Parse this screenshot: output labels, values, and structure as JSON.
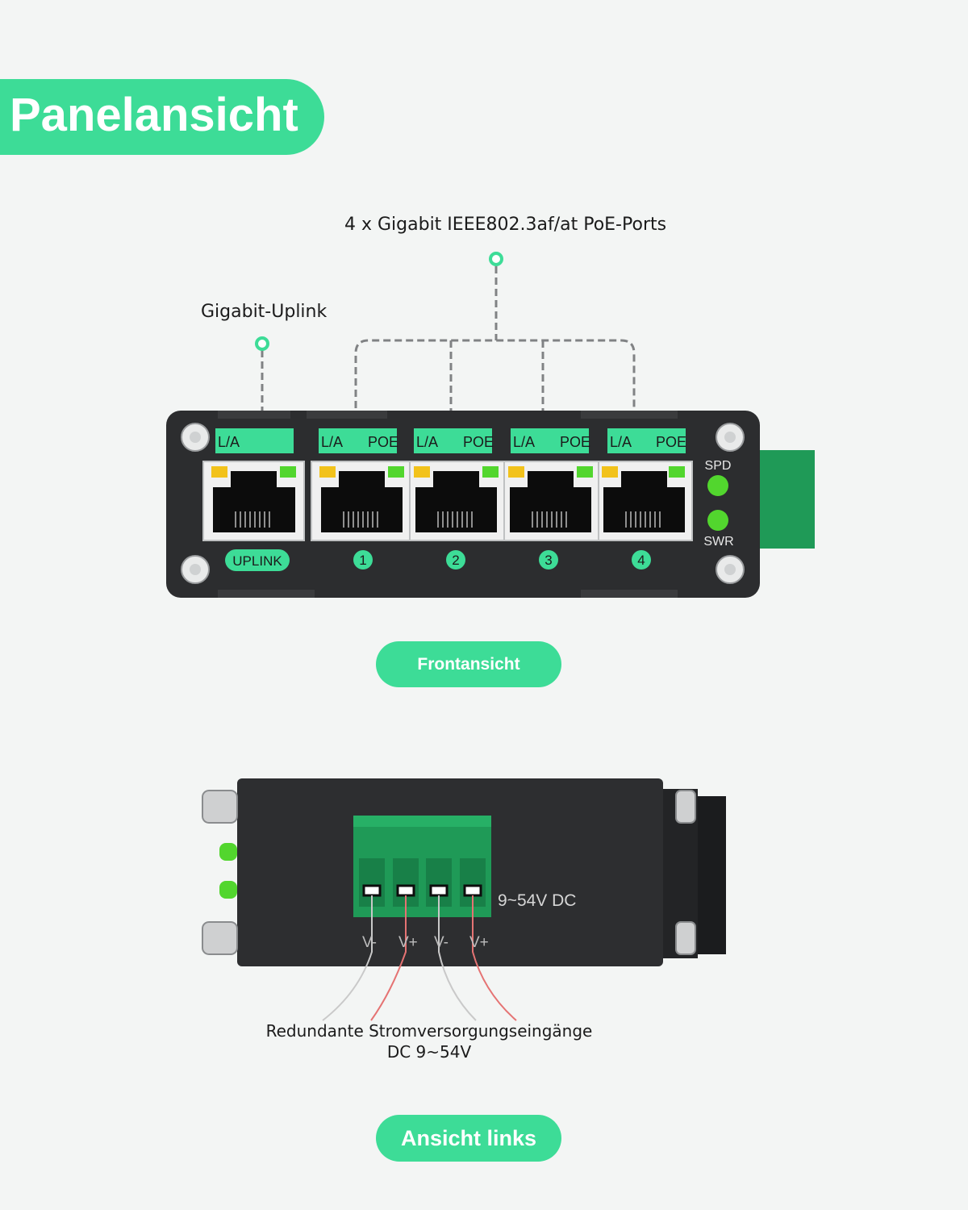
{
  "title": "Panelansicht",
  "callouts": {
    "poe_ports": "4 x Gigabit IEEE802.3af/at PoE-Ports",
    "uplink": "Gigabit-Uplink",
    "power": "Redundante Stromversorgungseingänge",
    "power_range": "DC 9~54V"
  },
  "front": {
    "port_labels": [
      {
        "la": "L/A",
        "poe": ""
      },
      {
        "la": "L/A",
        "poe": "POE"
      },
      {
        "la": "L/A",
        "poe": "POE"
      },
      {
        "la": "L/A",
        "poe": "POE"
      },
      {
        "la": "L/A",
        "poe": "POE"
      }
    ],
    "port_names": [
      "UPLINK",
      "1",
      "2",
      "3",
      "4"
    ],
    "leds": {
      "spd": "SPD",
      "swr": "SWR"
    },
    "caption": "Frontansicht"
  },
  "left": {
    "voltage": "9~54V DC",
    "terminals": [
      "V-",
      "V+",
      "V-",
      "V+"
    ],
    "caption": "Ansicht links"
  },
  "colors": {
    "accent": "#3ddc97",
    "device_body": "#2c2d2f",
    "terminal_green": "#1f9a57",
    "led_green": "#52d62e",
    "led_amber": "#f2c21b"
  }
}
